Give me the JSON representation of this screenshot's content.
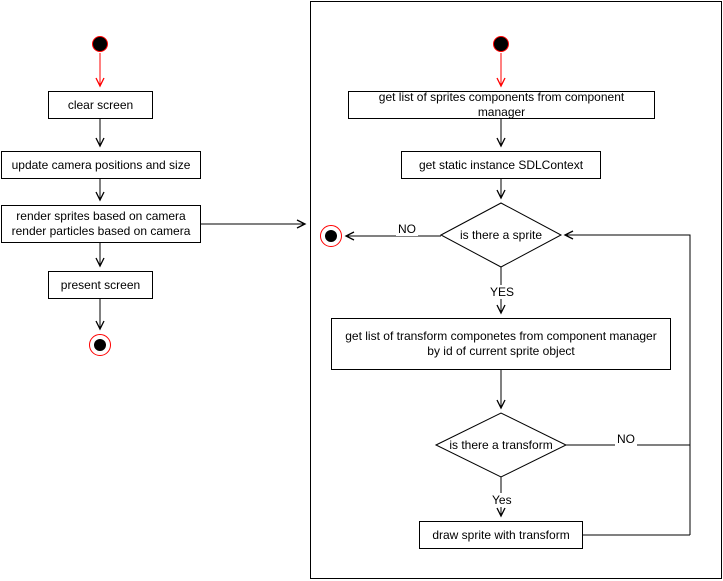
{
  "left_flow": {
    "clear_screen": "clear screen",
    "update_camera": "update camera positions and size",
    "render_line1": "render sprites based on camera",
    "render_line2": "render particles based on camera",
    "present_screen": "present screen"
  },
  "right_flow": {
    "get_sprites": "get list of sprites components from component manager",
    "get_sdl_context": "get static instance SDLContext",
    "is_there_a_sprite": "is there a sprite",
    "no_sprite_label": "NO",
    "yes_sprite_label": "YES",
    "get_transforms": "get list of transform componetes from component manager by id of current sprite object",
    "is_there_a_transform": "is there a transform",
    "no_transform_label": "NO",
    "yes_transform_label": "Yes",
    "draw_sprite": "draw sprite with transform"
  },
  "colors": {
    "edge": "#000000",
    "start_edge": "#ff0000",
    "node_border": "#000000",
    "node_fill": "#ffffff"
  }
}
